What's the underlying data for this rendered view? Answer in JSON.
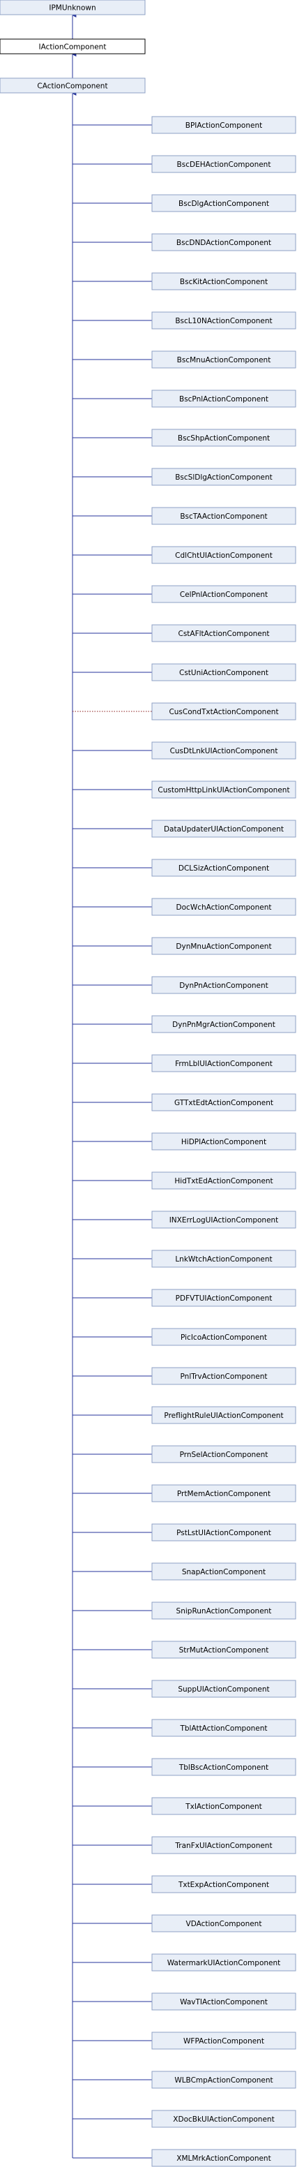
{
  "diagram": {
    "root_chain": [
      {
        "id": "IPMUnknown",
        "label": "IPMUnknown"
      },
      {
        "id": "IActionComponent",
        "label": "IActionComponent"
      },
      {
        "id": "CActionComponent",
        "label": "CActionComponent"
      }
    ],
    "children": [
      {
        "label": "BPIActionComponent"
      },
      {
        "label": "BscDEHActionComponent"
      },
      {
        "label": "BscDlgActionComponent"
      },
      {
        "label": "BscDNDActionComponent"
      },
      {
        "label": "BscKitActionComponent"
      },
      {
        "label": "BscL10NActionComponent"
      },
      {
        "label": "BscMnuActionComponent"
      },
      {
        "label": "BscPnlActionComponent"
      },
      {
        "label": "BscShpActionComponent"
      },
      {
        "label": "BscSlDlgActionComponent"
      },
      {
        "label": "BscTAActionComponent"
      },
      {
        "label": "CdlChtUIActionComponent"
      },
      {
        "label": "CelPnlActionComponent"
      },
      {
        "label": "CstAFltActionComponent"
      },
      {
        "label": "CstUniActionComponent"
      },
      {
        "label": "CusCondTxtActionComponent",
        "dotted": true
      },
      {
        "label": "CusDtLnkUIActionComponent"
      },
      {
        "label": "CustomHttpLinkUIActionComponent"
      },
      {
        "label": "DataUpdaterUIActionComponent"
      },
      {
        "label": "DCLSizActionComponent"
      },
      {
        "label": "DocWchActionComponent"
      },
      {
        "label": "DynMnuActionComponent"
      },
      {
        "label": "DynPnActionComponent"
      },
      {
        "label": "DynPnMgrActionComponent"
      },
      {
        "label": "FrmLblUIActionComponent"
      },
      {
        "label": "GTTxtEdtActionComponent"
      },
      {
        "label": "HiDPIActionComponent"
      },
      {
        "label": "HidTxtEdActionComponent"
      },
      {
        "label": "INXErrLogUIActionComponent"
      },
      {
        "label": "LnkWtchActionComponent"
      },
      {
        "label": "PDFVTUIActionComponent"
      },
      {
        "label": "PicIcoActionComponent"
      },
      {
        "label": "PnlTrvActionComponent"
      },
      {
        "label": "PreflightRuleUIActionComponent"
      },
      {
        "label": "PrnSelActionComponent"
      },
      {
        "label": "PrtMemActionComponent"
      },
      {
        "label": "PstLstUIActionComponent"
      },
      {
        "label": "SnapActionComponent"
      },
      {
        "label": "SnipRunActionComponent"
      },
      {
        "label": "StrMutActionComponent"
      },
      {
        "label": "SuppUIActionComponent"
      },
      {
        "label": "TblAttActionComponent"
      },
      {
        "label": "TblBscActionComponent"
      },
      {
        "label": "TxIActionComponent"
      },
      {
        "label": "TranFxUIActionComponent"
      },
      {
        "label": "TxtExpActionComponent"
      },
      {
        "label": "VDActionComponent"
      },
      {
        "label": "WatermarkUIActionComponent"
      },
      {
        "label": "WavTIActionComponent"
      },
      {
        "label": "WFPActionComponent"
      },
      {
        "label": "WLBCmpActionComponent"
      },
      {
        "label": "XDocBkUIActionComponent"
      },
      {
        "label": "XMLMrkActionComponent"
      }
    ],
    "colors": {
      "box_fill": "#e8eef7",
      "box_border": "#8ea0c4",
      "edge": "#25339b",
      "dotted_edge": "#8a1a1a"
    }
  }
}
